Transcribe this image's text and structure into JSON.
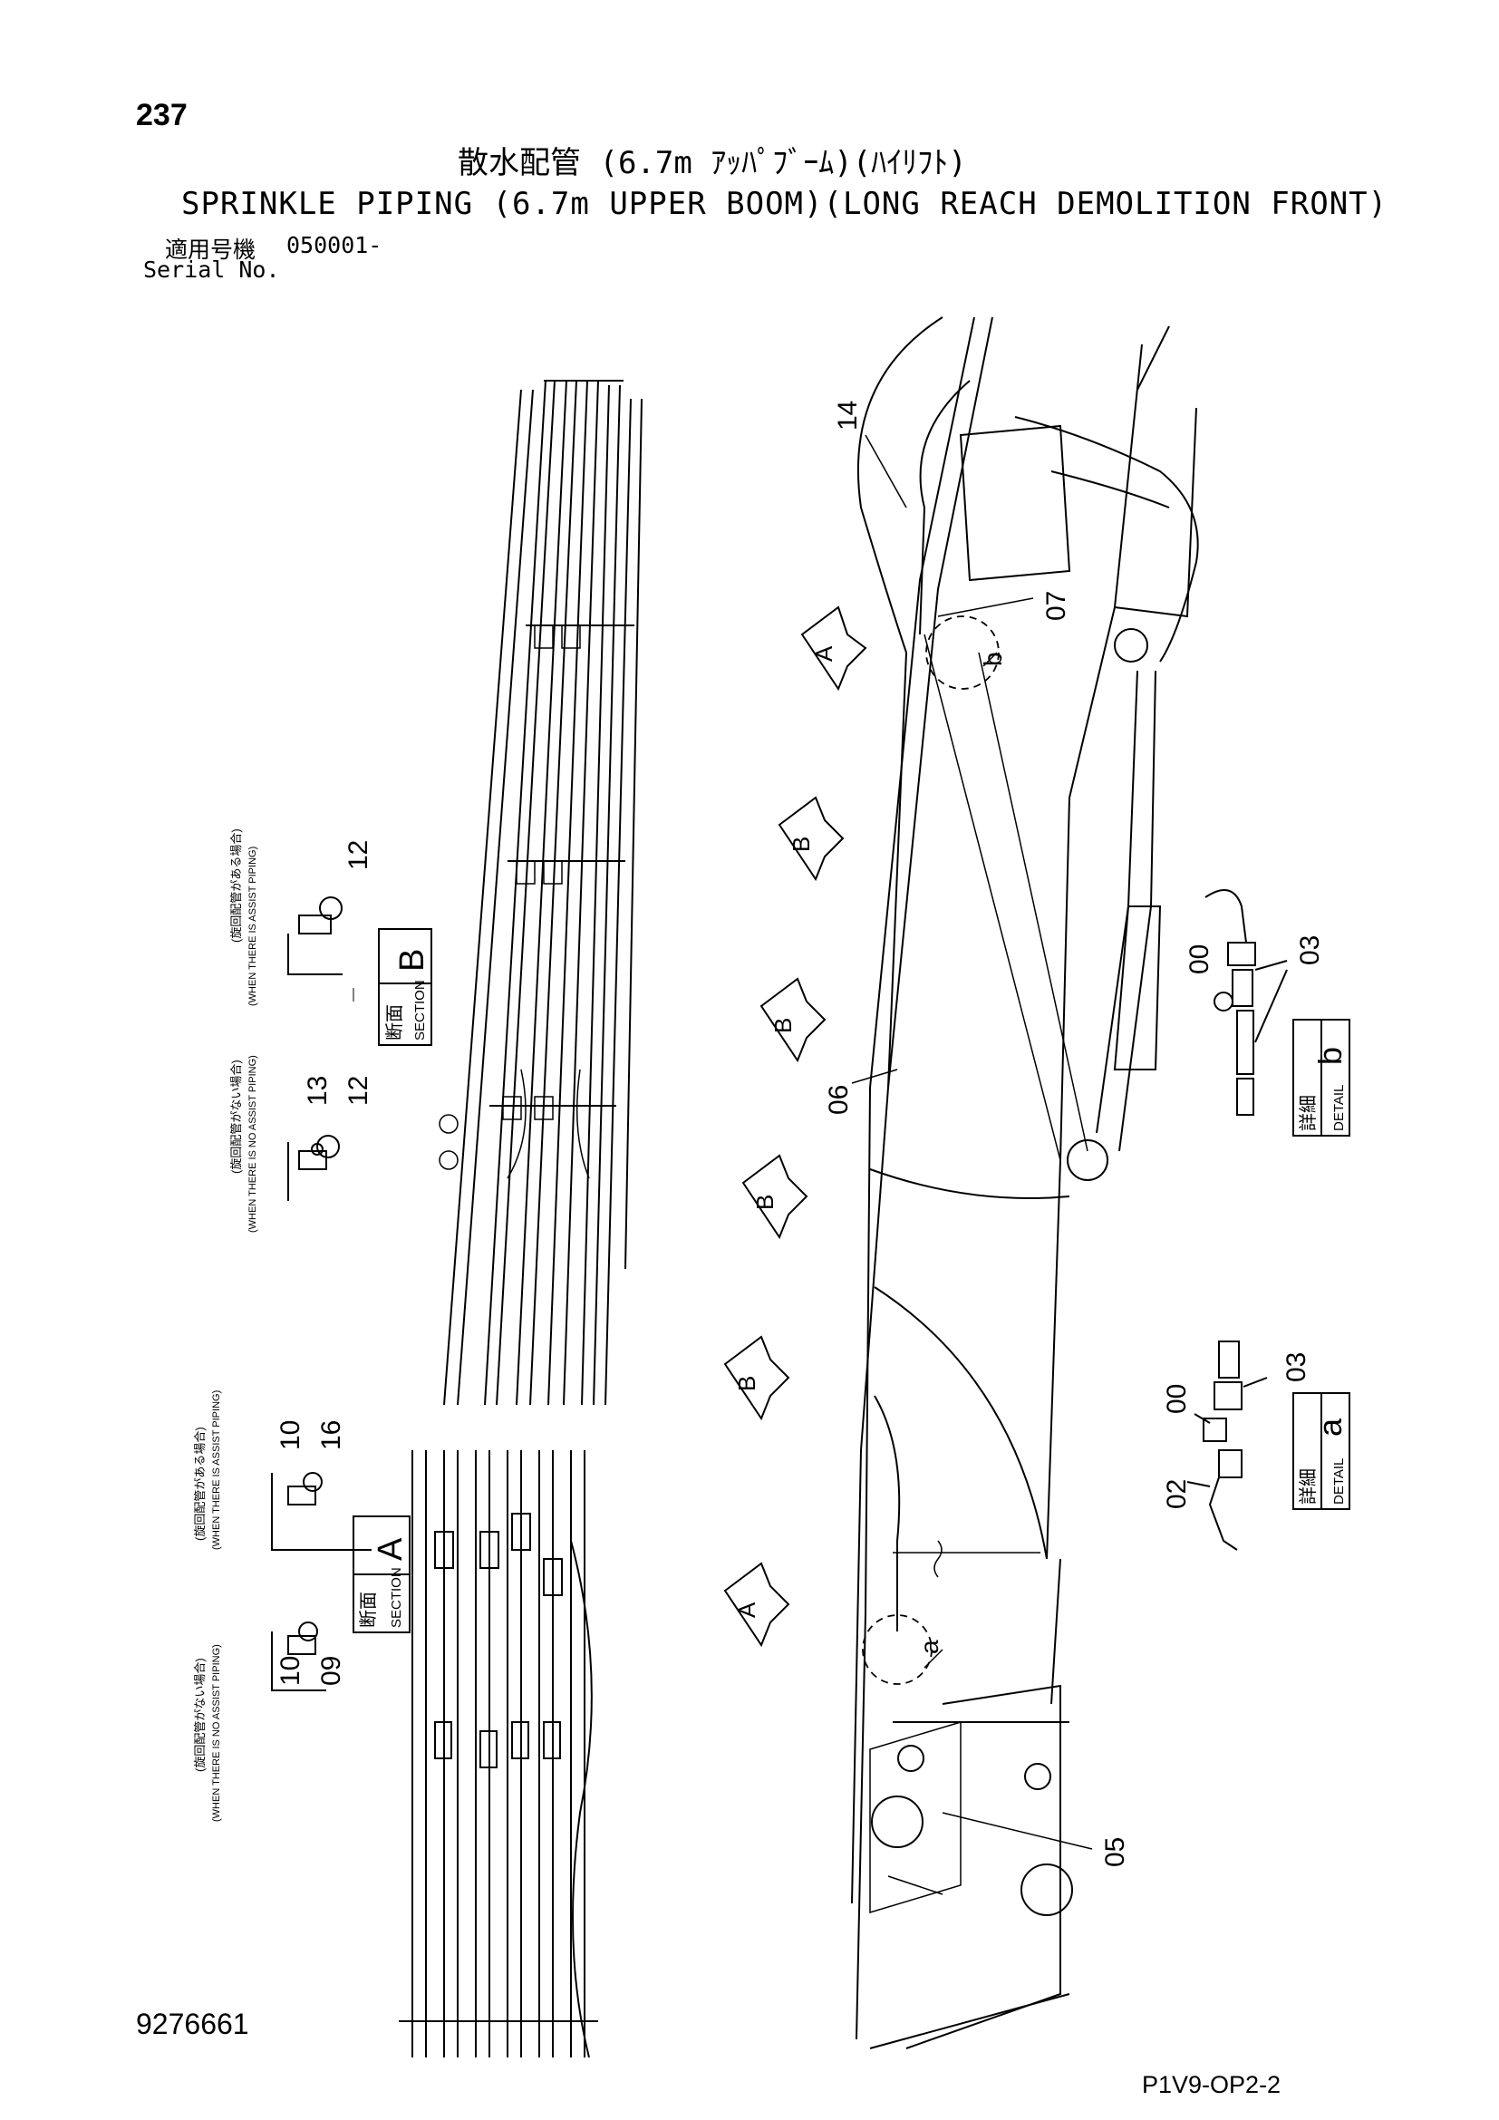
{
  "header": {
    "page_number": "237",
    "title_jp": "散水配管 (6.7m ｱｯﾊﾟﾌﾞｰﾑ)(ﾊｲﾘﾌﾄ)",
    "title_en": "SPRINKLE PIPING (6.7m UPPER BOOM)(LONG REACH DEMOLITION FRONT)",
    "serial_label_jp": "適用号機",
    "serial_value": "050001-",
    "serial_label_en": "Serial No."
  },
  "footer": {
    "drawing_number": "9276661",
    "sheet_code": "P1V9-OP2-2"
  },
  "section_b": {
    "label_jp": "断面",
    "label_en": "SECTION",
    "letter": "B",
    "assist_note_jp": "(旋回配管がある場合)",
    "assist_note_en": "(WHEN THERE IS ASSIST PIPING)",
    "no_assist_note_jp": "(旋回配管がない場合)",
    "no_assist_note_en": "(WHEN THERE IS NO ASSIST PIPING)",
    "callouts_assist": [
      "12"
    ],
    "callouts_no_assist": [
      "13",
      "12"
    ]
  },
  "section_a": {
    "label_jp": "断面",
    "label_en": "SECTION",
    "letter": "A",
    "assist_note_jp": "(旋回配管がある場合)",
    "assist_note_en": "(WHEN THERE IS ASSIST PIPING)",
    "no_assist_note_jp": "(旋回配管がない場合)",
    "no_assist_note_en": "(WHEN THERE IS NO ASSIST PIPING)",
    "callouts_assist": [
      "10",
      "16"
    ],
    "callouts_no_assist": [
      "10",
      "09"
    ]
  },
  "detail_b": {
    "label_jp": "詳細",
    "label_en": "DETAIL",
    "letter": "b",
    "callouts": [
      "00",
      "03"
    ]
  },
  "detail_a": {
    "label_jp": "詳細",
    "label_en": "DETAIL",
    "letter": "a",
    "callouts": [
      "00",
      "03",
      "02"
    ]
  },
  "boom_callouts": {
    "c14": "14",
    "c07": "07",
    "c06": "06",
    "c05": "05",
    "circle_b": "b",
    "circle_a": "a"
  },
  "view_arrows": [
    "A",
    "B",
    "B",
    "B",
    "B",
    "A"
  ]
}
